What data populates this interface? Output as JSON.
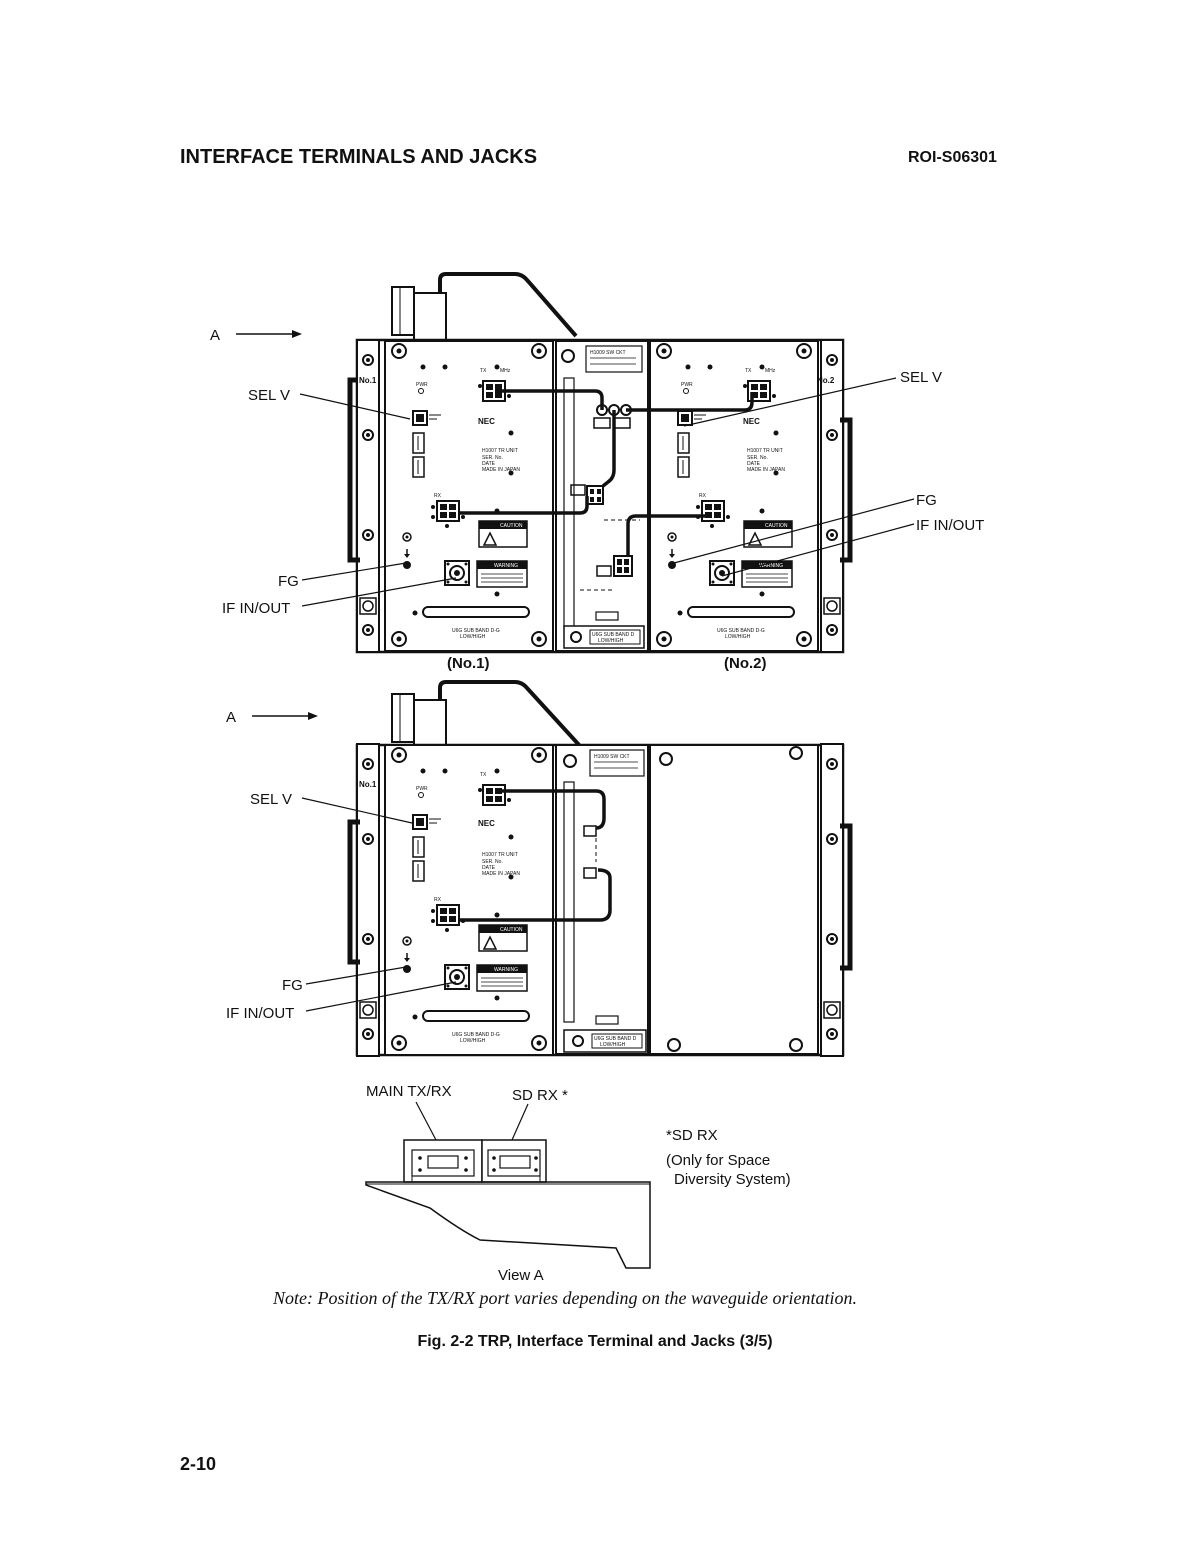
{
  "header": {
    "section_title": "INTERFACE TERMINALS AND JACKS",
    "doc_number": "ROI-S06301"
  },
  "figure": {
    "view_arrow_label": "A",
    "unit_tags": {
      "no1": "No.1",
      "no2": "No.2"
    },
    "callouts": {
      "sel_v": "SEL V",
      "fg": "FG",
      "if_in_out": "IF IN/OUT"
    },
    "unit_captions": {
      "no1": "(No.1)",
      "no2": "(No.2)"
    },
    "panel_text": {
      "brand": "NEC",
      "unit_name": "H1007  TR UNIT",
      "ser": "SER. No.",
      "date": "DATE",
      "made": "MADE IN JAPAN",
      "pwr": "PWR",
      "caution": "CAUTION",
      "warning": "WARNING",
      "band": "U6G SUB BAND D-G",
      "lowhigh": "LOW/HIGH",
      "sub_unit": "H1009  SW CKT",
      "sub_band": "U6G SUB BAND D",
      "tx": "TX",
      "rx": "RX",
      "mhz": "MHz"
    },
    "view_a": {
      "main_port": "MAIN TX/RX",
      "sd_port": "SD RX *",
      "title": "View A",
      "footnote_line1": "*SD RX",
      "footnote_line2": "(Only for Space",
      "footnote_line3": "Diversity System)"
    }
  },
  "note": "Note: Position of the TX/RX port varies depending on the waveguide orientation.",
  "caption": "Fig. 2-2  TRP, Interface Terminal and Jacks (3/5)",
  "page_number": "2-10"
}
